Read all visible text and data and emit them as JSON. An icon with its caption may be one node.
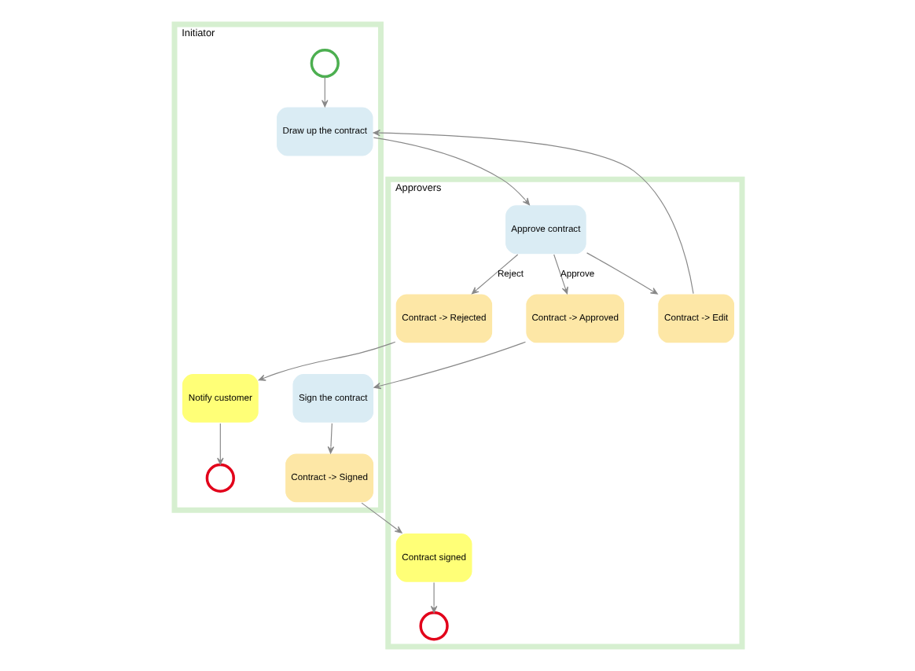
{
  "diagram": {
    "nodes": [
      {
        "text": [
          "Initiator"
        ]
      },
      {
        "text": [
          "Approvers"
        ]
      },
      {
        "text": [],
        "shape": "circle",
        "in": 0
      },
      {
        "text": [],
        "shape": "circle",
        "in": 0
      },
      {
        "text": [
          "Notify customer"
        ],
        "in": 0
      },
      {
        "text": [
          "Draw up the contract"
        ],
        "in": 0
      },
      {
        "text": [
          "Sign the contract"
        ],
        "in": 0
      },
      {
        "text": [
          "Contract -> Signed"
        ],
        "in": 0
      },
      {
        "text": [
          "Contract -> Rejected"
        ],
        "in": 1
      },
      {
        "text": [
          "Contract -> Edit"
        ],
        "in": 1
      },
      {
        "text": [
          "Contract -> Approved"
        ],
        "in": 1
      },
      {
        "text": [
          "Contract signed"
        ],
        "in": 1
      },
      {
        "text": [
          "Approve contract"
        ],
        "in": 1
      },
      {
        "text": [],
        "shape": "circle",
        "in": 1
      }
    ],
    "edges": [
      {
        "from": 3,
        "to": 5,
        "arrow": "to"
      },
      {
        "from": 5,
        "to": 12,
        "arrow": "to"
      },
      {
        "from": 12,
        "to": 8,
        "label": "Reject",
        "arrow": "to"
      },
      {
        "from": 12,
        "to": 9,
        "arrow": "to"
      },
      {
        "from": 12,
        "to": 10,
        "label": "Approve",
        "arrow": "to"
      },
      {
        "from": 8,
        "to": 4,
        "arrow": "to"
      },
      {
        "from": 4,
        "to": 2,
        "arrow": "to"
      },
      {
        "from": 9,
        "to": 5,
        "arrow": "to"
      },
      {
        "from": 10,
        "to": 6,
        "arrow": "to"
      },
      {
        "from": 6,
        "to": 7,
        "arrow": "to"
      },
      {
        "from": 7,
        "to": 11,
        "arrow": "to"
      },
      {
        "from": 11,
        "to": 13,
        "arrow": "to"
      }
    ]
  }
}
